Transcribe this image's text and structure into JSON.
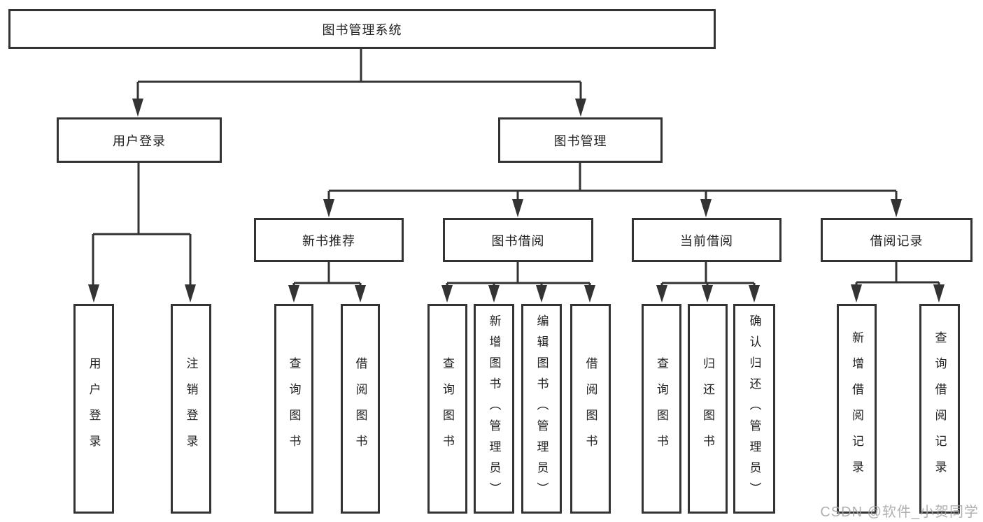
{
  "diagram": {
    "root": "图书管理系统",
    "level2": [
      {
        "label": "用户登录",
        "children": [
          "用户登录",
          "注销登录"
        ]
      },
      {
        "label": "图书管理"
      }
    ],
    "modules": [
      {
        "label": "新书推荐",
        "children": [
          "查询图书",
          "借阅图书"
        ]
      },
      {
        "label": "图书借阅",
        "children": [
          "查询图书",
          "新增图书（管理员）",
          "编辑图书（管理员）",
          "借阅图书"
        ]
      },
      {
        "label": "当前借阅",
        "children": [
          "查询图书",
          "归还图书",
          "确认归还（管理员）"
        ]
      },
      {
        "label": "借阅记录",
        "children": [
          "新增借阅记录",
          "查询借阅记录"
        ]
      }
    ]
  },
  "watermark": {
    "text": "CSDN @软件_小贺同学"
  },
  "colors": {
    "line": "#333333",
    "text": "#222222",
    "watermark": "#a3a3a3",
    "background": "#ffffff"
  }
}
